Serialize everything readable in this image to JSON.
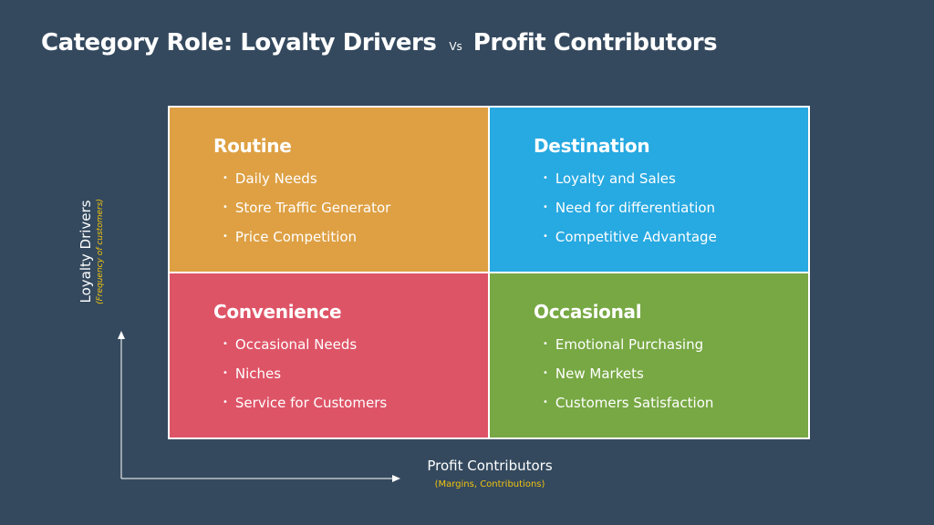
{
  "title": {
    "left": "Category Role: Loyalty Drivers",
    "vs": "Vs",
    "right": "Profit Contributors"
  },
  "quadrants": [
    {
      "title": "Routine",
      "color": "#dea043",
      "items": [
        "Daily Needs",
        "Store Traffic Generator",
        "Price Competition"
      ]
    },
    {
      "title": "Destination",
      "color": "#27a9e1",
      "items": [
        "Loyalty and Sales",
        "Need for differentiation",
        "Competitive Advantage"
      ]
    },
    {
      "title": "Convenience",
      "color": "#de5467",
      "items": [
        "Occasional Needs",
        "Niches",
        "Service for Customers"
      ]
    },
    {
      "title": "Occasional",
      "color": "#77a843",
      "items": [
        "Emotional Purchasing",
        "New Markets",
        "Customers Satisfaction"
      ]
    }
  ],
  "y_axis": {
    "label": "Loyalty Drivers",
    "sublabel": "(Frequency of customers)"
  },
  "x_axis": {
    "label": "Profit Contributors",
    "sublabel": "(Margins, Contributions)"
  },
  "bullet": "•",
  "colors": {
    "background": "#34495e",
    "sublabel": "#f1c40f"
  }
}
